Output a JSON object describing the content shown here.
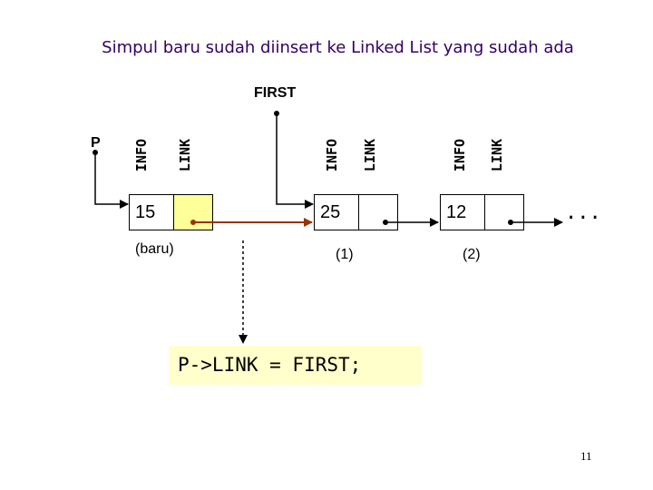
{
  "title": "Simpul baru sudah diinsert ke Linked List yang sudah ada",
  "labels": {
    "first": "FIRST",
    "p": "P",
    "baru": "(baru)",
    "one": "(1)",
    "two": "(2)",
    "ellipsis": "..."
  },
  "field_labels": {
    "info": "INFO",
    "link": "LINK"
  },
  "nodes": [
    {
      "info": "15"
    },
    {
      "info": "25"
    },
    {
      "info": "12"
    }
  ],
  "code": "P->LINK = FIRST;",
  "page_number": "11",
  "colors": {
    "title": "#330066",
    "highlight_link": "#ffff99",
    "arrow": "#993300",
    "code_bg": "#ffffcc"
  }
}
